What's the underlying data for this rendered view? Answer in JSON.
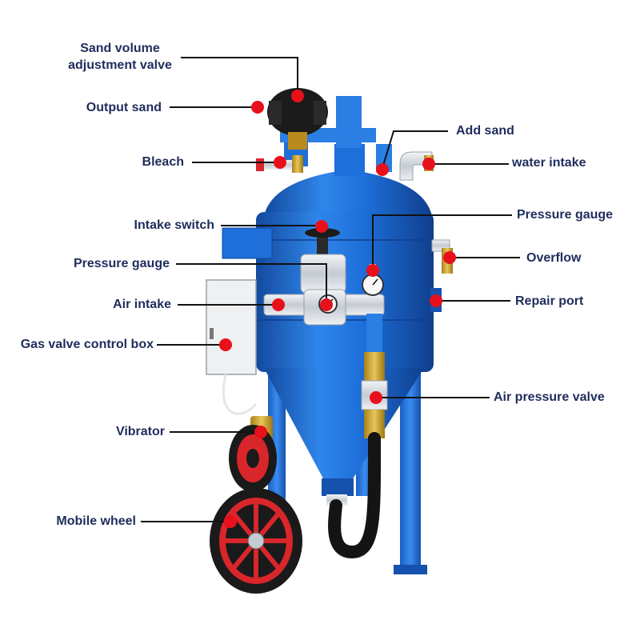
{
  "colors": {
    "label_text": "#1f2d5c",
    "leader_line": "#111111",
    "marker": "#e8101a",
    "tank_blue": "#1e6fd9",
    "tank_dark": "#134a9e",
    "tank_light": "#4b97f0",
    "wheel_red": "#d9262b",
    "tire_black": "#1a1a1a",
    "brass": "#c9a227",
    "steel": "#d9dde3"
  },
  "labels": [
    {
      "id": "sand-volume-adjustment-valve",
      "text_line1": "Sand volume",
      "text_line2": "adjustment valve"
    },
    {
      "id": "output-sand",
      "text": "Output sand"
    },
    {
      "id": "bleach",
      "text": "Bleach"
    },
    {
      "id": "intake-switch",
      "text": "Intake switch"
    },
    {
      "id": "pressure-gauge-left",
      "text": "Pressure gauge"
    },
    {
      "id": "air-intake",
      "text": "Air intake"
    },
    {
      "id": "gas-valve-control-box",
      "text": "Gas valve control box"
    },
    {
      "id": "vibrator",
      "text": "Vibrator"
    },
    {
      "id": "mobile-wheel",
      "text": "Mobile wheel"
    },
    {
      "id": "add-sand",
      "text": "Add sand"
    },
    {
      "id": "water-intake",
      "text": "water intake"
    },
    {
      "id": "pressure-gauge-right",
      "text": "Pressure gauge"
    },
    {
      "id": "overflow",
      "text": "Overflow"
    },
    {
      "id": "repair-port",
      "text": "Repair port"
    },
    {
      "id": "air-pressure-valve",
      "text": "Air pressure valve"
    }
  ]
}
